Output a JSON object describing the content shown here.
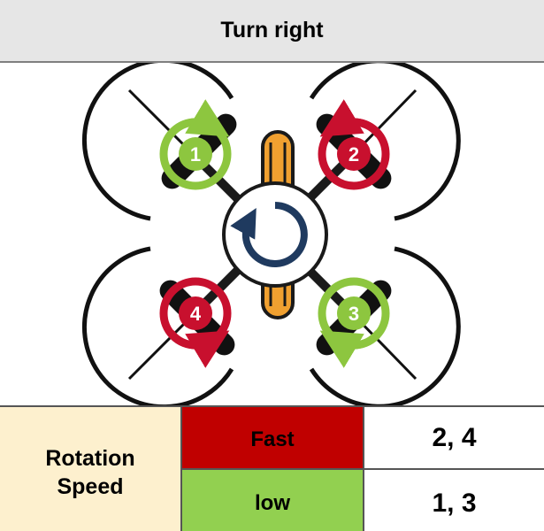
{
  "header": {
    "title": "Turn right"
  },
  "diagram": {
    "center_icon": "clockwise-rotation-icon",
    "rotors": [
      {
        "number": "1",
        "color": "#8dc63f",
        "direction": "clockwise"
      },
      {
        "number": "2",
        "color": "#c8102e",
        "direction": "counterclockwise"
      },
      {
        "number": "3",
        "color": "#8dc63f",
        "direction": "clockwise"
      },
      {
        "number": "4",
        "color": "#c8102e",
        "direction": "counterclockwise"
      }
    ]
  },
  "table": {
    "label_line1": "Rotation",
    "label_line2": "Speed",
    "rows": [
      {
        "level": "Fast",
        "rotors": "2, 4",
        "color": "#c00000"
      },
      {
        "level": "low",
        "rotors": "1, 3",
        "color": "#92d050"
      }
    ]
  }
}
